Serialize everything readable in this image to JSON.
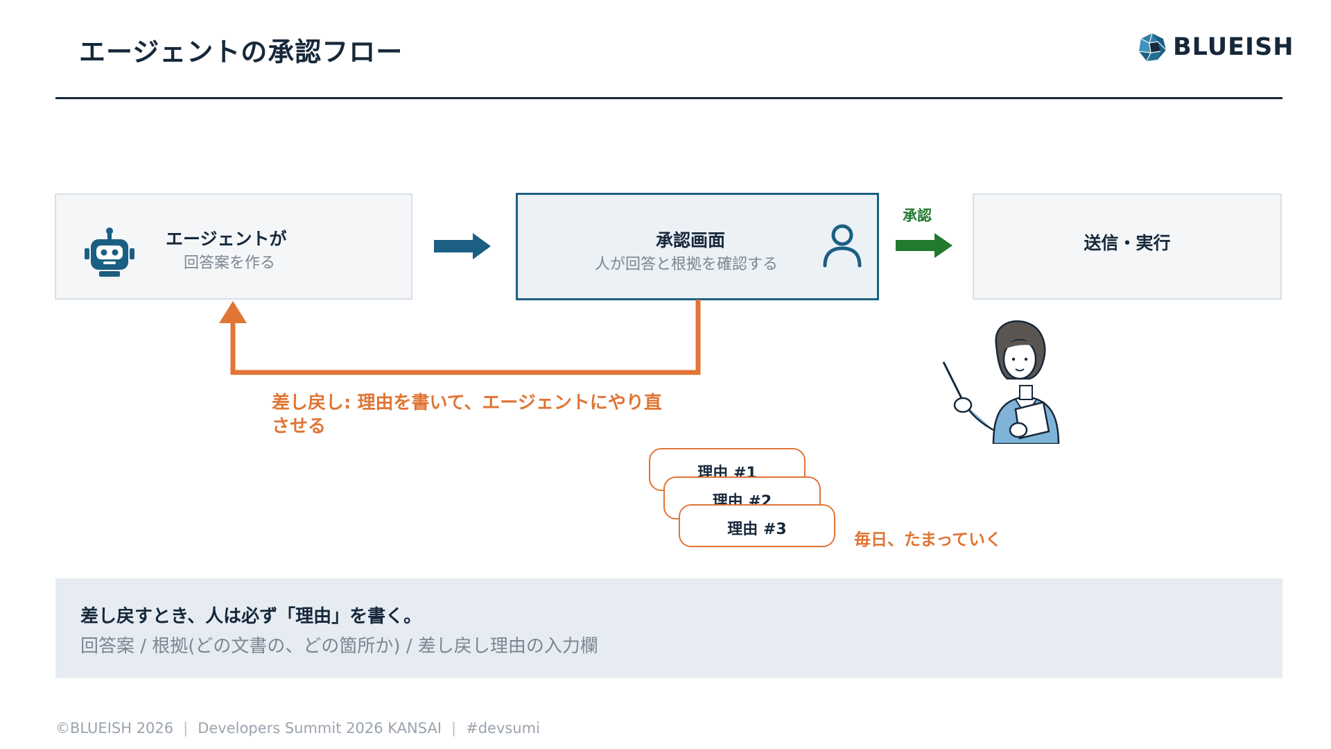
{
  "slide": {
    "title": "エージェントの承認フロー",
    "brand": "BLUEISH"
  },
  "flow": {
    "step1": {
      "title": "エージェントが",
      "subtitle": "回答案を作る",
      "icon": "robot-icon"
    },
    "step2": {
      "title": "承認画面",
      "subtitle": "人が回答と根拠を確認する",
      "icon": "person-icon"
    },
    "step3": {
      "title": "送信・実行"
    },
    "approve_label": "承認",
    "reject_label": "差し戻し: 理由を書いて、エージェントにやり直させる"
  },
  "reasons": {
    "cards": [
      "理由 #1",
      "理由 #2",
      "理由 #3"
    ],
    "pile_label": "毎日、たまっていく"
  },
  "note": {
    "main": "差し戻すとき、人は必ず「理由」を書く。",
    "sub": "回答案 / 根拠(どの文書の、どの箇所か) / 差し戻し理由の入力欄"
  },
  "footer": {
    "copyright": "©BLUEISH 2026",
    "event": "Developers Summit 2026 KANSAI",
    "hashtag": "#devsumi"
  },
  "colors": {
    "navy": "#16283a",
    "accent_blue": "#1b5f82",
    "orange": "#e07535",
    "green": "#217a2e",
    "light_gray_blue": "#e6ecf2"
  }
}
